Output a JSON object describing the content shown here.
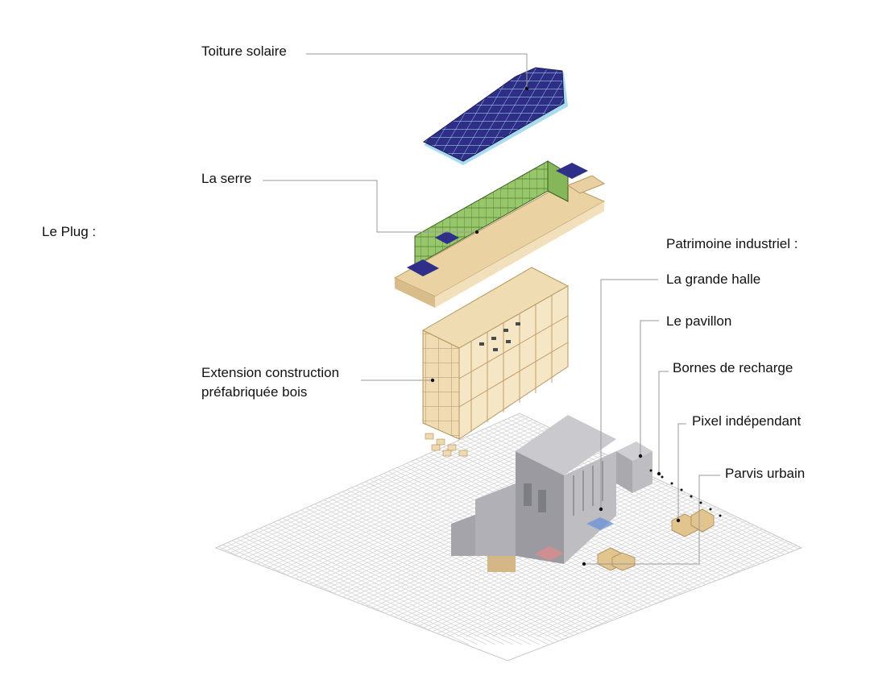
{
  "labels": {
    "plug": "Le Plug :",
    "toiture_solaire": "Toiture solaire",
    "la_serre": "La serre",
    "extension_line1": "Extension construction",
    "extension_line2": "préfabriquée bois",
    "patrimoine_industriel": "Patrimoine industriel :",
    "la_grande_halle": "La grande halle",
    "le_pavillon": "Le pavillon",
    "bornes_de_recharge": "Bornes de recharge",
    "pixel_independant": "Pixel indépendant",
    "parvis_urbain": "Parvis urbain"
  },
  "colors": {
    "solar_panel": "#2f2f8a",
    "solar_frame": "#9fd6ee",
    "greenhouse": "#8bbf5a",
    "timber": "#e9d3a6",
    "timber_dark": "#c9a978",
    "halle_roof": "#b7b7bc",
    "halle_wall": "#9c9ca2",
    "grid_line": "#cfcfcf",
    "leader_line": "#9a9a9a",
    "blue_pad": "#6f93d6",
    "red_pad": "#e68a8a"
  }
}
